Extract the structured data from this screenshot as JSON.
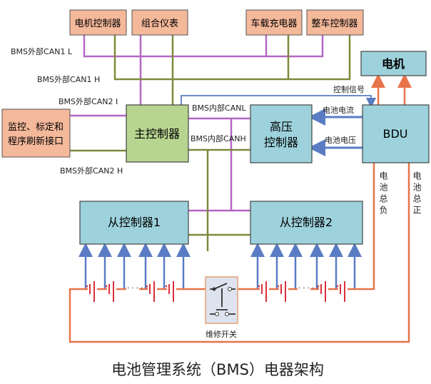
{
  "top_boxes": {
    "motor_controller": "电机控制器",
    "instrument": "组合仪表",
    "onboard_charger": "车载充电器",
    "vehicle_controller": "整车控制器"
  },
  "bus_labels": {
    "can1_l": "BMS外部CAN1 L",
    "can1_h": "BMS外部CAN1 H",
    "can2_l": "BMS外部CAN2 I",
    "can2_h": "BMS外部CAN2 H",
    "int_canl": "BMS内部CANL",
    "int_canh": "BMS内部CANH"
  },
  "left_box": {
    "line1": "监控、标定和",
    "line2": "程序刷新接口"
  },
  "main_controller": "主控制器",
  "hv_controller": {
    "line1": "高压",
    "line2": "控制器"
  },
  "bdu": "BDU",
  "motor": "电机",
  "signals": {
    "control": "控制信号",
    "current": "电池电流",
    "voltage": "电池电压",
    "total_neg": "电池总负",
    "total_pos": "电池总正"
  },
  "slaves": [
    "从控制器1",
    "从控制器2"
  ],
  "switch_label": "维修开关",
  "title": "电池管理系统（BMS）电器架构",
  "colors": {
    "orange_box": "#f4b89a",
    "blue_box": "#9dd2dc",
    "green_box": "#b7d490",
    "can_l": "#b466c4",
    "can_h": "#7d8a3c",
    "power": "#e8734a",
    "signal": "#5a7cc4",
    "cell": "#d9303a"
  }
}
